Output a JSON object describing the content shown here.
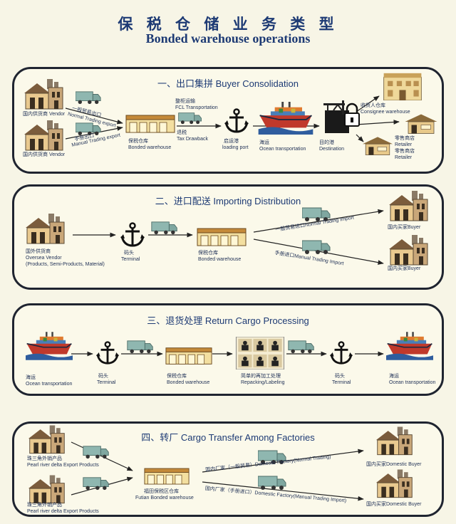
{
  "header": {
    "title_cn": "保 税 仓 储 业 务 类 型",
    "title_en": "Bonded warehouse operations"
  },
  "p1": {
    "heading": "一、出口集拼 Buyer Consolidation",
    "vendor1": "国内供货商 Vendor",
    "vendor2": "国内供货商 Vendor",
    "normal_cn": "一般贸易出口",
    "normal_en": "Normal Trading export",
    "manual_cn": "手册出口",
    "manual_en": "Manual Trading export",
    "bw_cn": "保税仓库",
    "bw_en": "Bonded warehouse",
    "fcl_cn": "整柜运输",
    "fcl_en": "FCL Transportation",
    "tax_cn": "退税",
    "tax_en": "Tax Drawback",
    "port_cn": "启运港",
    "port_en": "loading port",
    "ocean_cn": "海运",
    "ocean_en": "Ocean transportation",
    "dest_cn": "目的港",
    "dest_en": "Destination",
    "consignee_cn": "收货人仓库",
    "consignee_en": "Consignee warehouse",
    "retail1_cn": "零售商店",
    "retail1_en": "Retailer",
    "retail2_cn": "零售商店",
    "retail2_en": "Retailer"
  },
  "p2": {
    "heading": "二、进口配送 Importing Distribution",
    "vendor_cn": "国外供货商",
    "vendor_en": "Oversea Vendor",
    "vendor_detail": "(Products, Semi-Products, Material)",
    "terminal_cn": "码头",
    "terminal_en": "Terminal",
    "bw_cn": "保税仓库",
    "bw_en": "Bonded warehouse",
    "normal": "一般贸易进口Normal Trading Import",
    "manual": "手册进口Manual Trading Import",
    "buyer1": "国内买家Buyer",
    "buyer2": "国内买家Buyer"
  },
  "p3": {
    "heading": "三、退货处理 Return Cargo Processing",
    "ocean1_cn": "海运",
    "ocean1_en": "Ocean transportation",
    "terminal1_cn": "码头",
    "terminal1_en": "Terminal",
    "bw_cn": "保税仓库",
    "bw_en": "Bonded warehouse",
    "repack_cn": "简单的再加工处理",
    "repack_en": "Repacking/Labeling",
    "terminal2_cn": "码头",
    "terminal2_en": "Terminal",
    "ocean2_cn": "海运",
    "ocean2_en": "Ocean transportation"
  },
  "p4": {
    "heading": "四、转厂 Cargo Transfer Among Factories",
    "prod1_cn": "珠三角外销产品",
    "prod1_en": "Pearl river delta Export Products",
    "prod2_cn": "珠三角外销产品",
    "prod2_en": "Pearl river delta Export Products",
    "bw_cn": "福田保税区仓库",
    "bw_en": "Futian Bonded warehouse",
    "normal": "国内厂家（一般贸易）Domestic Factory(Normal Trading)",
    "manual": "国内厂家（手册进口）Domestic Factory(Manual Trading Import)",
    "buyer1": "国内买家Domestic Buyer",
    "buyer2": "国内买家Domestic Buyer"
  },
  "colors": {
    "accent": "#1d3a74",
    "truck": "#8fb7b0",
    "ship_hull": "#c0392b",
    "warehouse": "#f3dfa0"
  }
}
